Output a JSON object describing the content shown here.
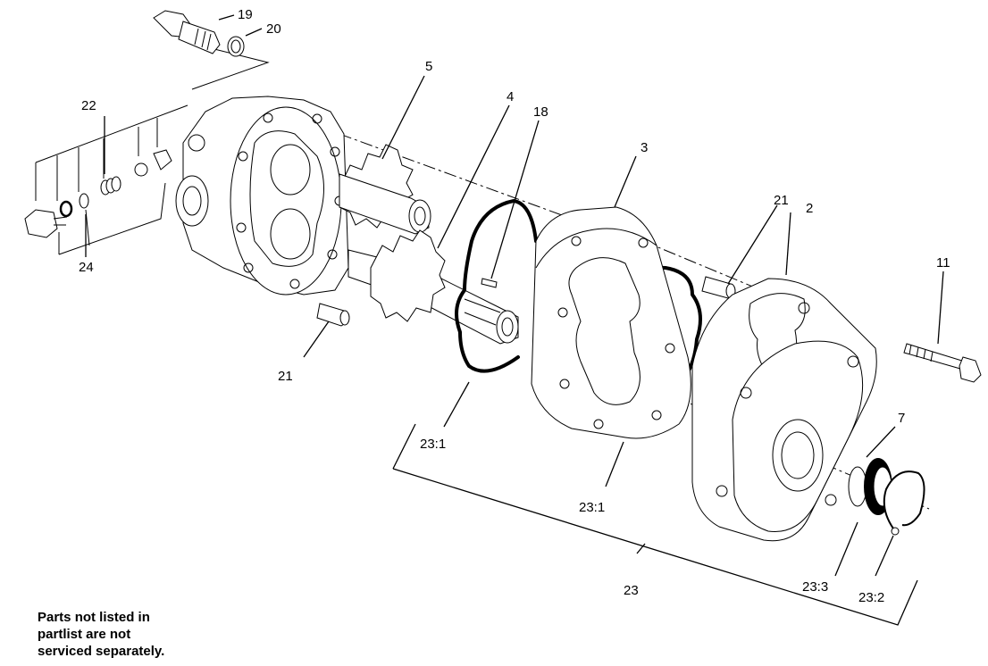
{
  "callouts": {
    "c19": "19",
    "c20": "20",
    "c5": "5",
    "c4": "4",
    "c18": "18",
    "c3": "3",
    "c22": "22",
    "c24": "24",
    "c21a": "21",
    "c21b": "21",
    "c2": "2",
    "c11": "11",
    "c7": "7",
    "c23_1a": "23:1",
    "c23_1b": "23:1",
    "c23": "23",
    "c23_3": "23:3",
    "c23_2": "23:2"
  },
  "note": {
    "line1": "Parts not listed in",
    "line2": "partlist are not",
    "line3": "serviced separately."
  }
}
